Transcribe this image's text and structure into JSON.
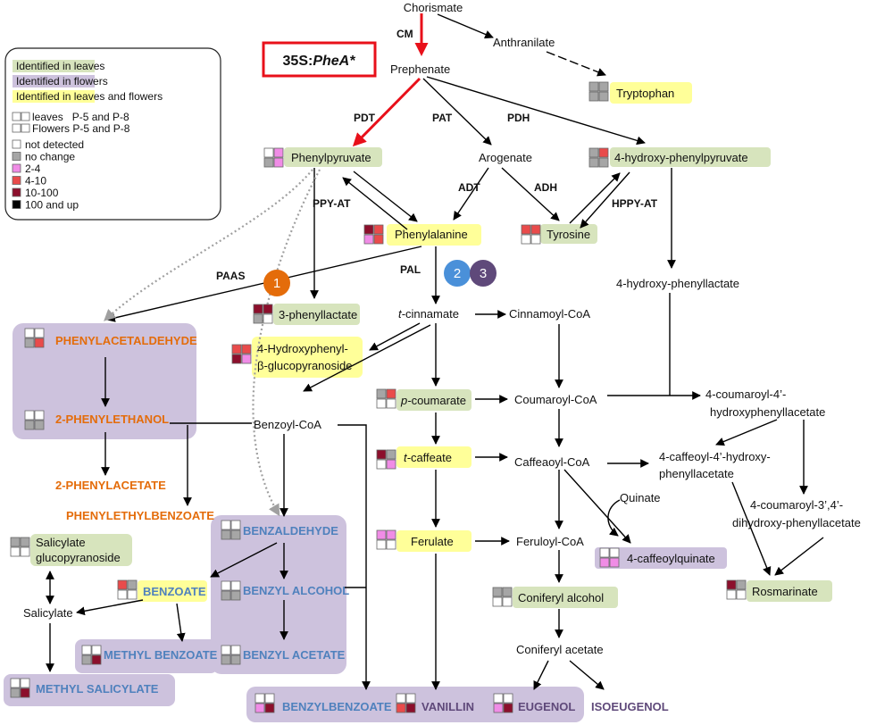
{
  "colors": {
    "leaves": "#d7e4bd",
    "flowers": "#cdc2dd",
    "both": "#ffff99",
    "nd": "#ffffff",
    "nc": "#a6a6a6",
    "c1": "#f08ce6",
    "c2": "#e94b4b",
    "c3": "#8c0f2c",
    "c4": "#000000",
    "arrow": "#000000",
    "red": "#e8101a",
    "dotted": "#a0a0a0",
    "orange": "#e46c0a",
    "blue": "#4f81bd",
    "purple": "#5f497a"
  },
  "construct": {
    "prefix": "35S:",
    "gene": "PheA*"
  },
  "legend": {
    "regions": [
      "Identified in leaves",
      "Identified in flowers",
      "Identified in leaves and flowers"
    ],
    "samples": [
      "leaves   P-5 and P-8",
      "Flowers P-5 and P-8"
    ],
    "scale": [
      "not detected",
      "no change",
      "2-4",
      "4-10",
      "10-100",
      "100 and up"
    ]
  },
  "compounds": {
    "chorismate": "Chorismate",
    "anthranilate": "Anthranilate",
    "prephenate": "Prephenate",
    "tryptophan": "Tryptophan",
    "phenylpyruvate": "Phenylpyruvate",
    "arogenate": "Arogenate",
    "hydroxyphenylpyruvate": "4-hydroxy-phenylpyruvate",
    "phenylalanine": "Phenylalanine",
    "tyrosine": "Tyrosine",
    "hydroxyphenyllactate": "4-hydroxy-phenyllactate",
    "phenyllactate": "3-phenyllactate",
    "cinnamate_i": "t-",
    "cinnamate_r": "cinnamate",
    "cinnamoylcoa": "Cinnamoyl-CoA",
    "hpbg1": "4-Hydroxyphenyl-",
    "hpbg2": "β-glucopyranoside",
    "benzoylcoa": "Benzoyl-CoA",
    "coumarate_i": "p-",
    "coumarate_r": "coumarate",
    "coumaroylcoa": "Coumaroyl-CoA",
    "chpla1": "4-coumaroyl-4’-",
    "chpla2": "hydroxyphenyllacetate",
    "caffeate_i": "t-",
    "caffeate_r": "caffeate",
    "caffeoylcoa": "Caffeaoyl-CoA",
    "cafhpla1": "4-caffeoyl-4’-hydroxy-",
    "cafhpla2": "phenyllacetate",
    "quinate": "Quinate",
    "cdhpla1": "4-coumaroyl-3’,4’-",
    "cdhpla2": "dihydroxy-phenyllacetate",
    "ferulate": "Ferulate",
    "feruloylcoa": "Feruloyl-CoA",
    "caffeoylquinate": "4-caffeoylquinate",
    "coniferylalcohol": "Coniferyl alcohol",
    "rosmarinate": "Rosmarinate",
    "coniferylacetate": "Coniferyl acetate",
    "salicylategluco1": "Salicylate",
    "salicylategluco2": "glucopyranoside",
    "salicylate": "Salicylate",
    "benzoate": "BENZOATE",
    "phenylacetaldehyde": "PHENYLACETALDEHYDE",
    "phenylethanol": "2-PHENYLETHANOL",
    "phenylacetate": "2-PHENYLACETATE",
    "phenylethylbenzoate": "PHENYLETHYLBENZOATE",
    "benzaldehyde": "BENZALDEHYDE",
    "benzylalcohol": "BENZYL ALCOHOL",
    "benzylacetate": "BENZYL ACETATE",
    "methylbenzoate": "METHYL BENZOATE",
    "methylsalicylate": "METHYL SALICYLATE",
    "benzylbenzoate": "BENZYLBENZOATE",
    "vanillin": "VANILLIN",
    "eugenol": "EUGENOL",
    "isoeugenol": "ISOEUGENOL"
  },
  "enzymes": {
    "cm": "CM",
    "pdt": "PDT",
    "pat": "PAT",
    "pdh": "PDH",
    "ppyat": "PPY-AT",
    "adt": "ADT",
    "adh": "ADH",
    "hppyat": "HPPY-AT",
    "paas": "PAAS",
    "pal": "PAL"
  },
  "steps": [
    "1",
    "2",
    "3"
  ],
  "heatmaps": [
    {
      "id": "tryptophan",
      "cells": [
        "nc",
        "nc",
        "nc",
        "nc"
      ]
    },
    {
      "id": "phenylpyruvate",
      "cells": [
        "nd",
        "c1",
        "nc",
        "c1"
      ]
    },
    {
      "id": "hydroxyphenylpyruvate",
      "cells": [
        "nc",
        "c2",
        "nc",
        "nc"
      ]
    },
    {
      "id": "phenylalanine",
      "cells": [
        "c3",
        "c2",
        "c1",
        "c2"
      ]
    },
    {
      "id": "tyrosine",
      "cells": [
        "c2",
        "c2",
        "nd",
        "nd"
      ]
    },
    {
      "id": "phenyllactate",
      "cells": [
        "c3",
        "c3",
        "nc",
        "nd"
      ]
    },
    {
      "id": "hpbg",
      "cells": [
        "c2",
        "c2",
        "c3",
        "c1"
      ]
    },
    {
      "id": "coumarate",
      "cells": [
        "nc",
        "c2",
        "nd",
        "nd"
      ]
    },
    {
      "id": "caffeate",
      "cells": [
        "c3",
        "nc",
        "nd",
        "c1"
      ]
    },
    {
      "id": "ferulate",
      "cells": [
        "c1",
        "c1",
        "nd",
        "nd"
      ]
    },
    {
      "id": "phenylacetaldehyde",
      "cells": [
        "nd",
        "nd",
        "nc",
        "c2"
      ]
    },
    {
      "id": "phenylethanol",
      "cells": [
        "nd",
        "nd",
        "nc",
        "nc"
      ]
    },
    {
      "id": "salicylategluco",
      "cells": [
        "nc",
        "nc",
        "nd",
        "nd"
      ]
    },
    {
      "id": "benzoate",
      "cells": [
        "c2",
        "nc",
        "nd",
        "nd"
      ]
    },
    {
      "id": "benzaldehyde",
      "cells": [
        "nd",
        "nd",
        "nc",
        "nc"
      ]
    },
    {
      "id": "benzylalcohol",
      "cells": [
        "nd",
        "nd",
        "nc",
        "nc"
      ]
    },
    {
      "id": "benzylacetate",
      "cells": [
        "nd",
        "nd",
        "nc",
        "nc"
      ]
    },
    {
      "id": "methylbenzoate",
      "cells": [
        "nd",
        "nd",
        "nc",
        "c3"
      ]
    },
    {
      "id": "methylsalicylate",
      "cells": [
        "nd",
        "nd",
        "nc",
        "c3"
      ]
    },
    {
      "id": "benzylbenzoate",
      "cells": [
        "nd",
        "nd",
        "c1",
        "c3"
      ]
    },
    {
      "id": "vanillin",
      "cells": [
        "nd",
        "nd",
        "c2",
        "c3"
      ]
    },
    {
      "id": "eugenol",
      "cells": [
        "nd",
        "nd",
        "c1",
        "c3"
      ]
    },
    {
      "id": "coniferylalcohol",
      "cells": [
        "nc",
        "nc",
        "nd",
        "nd"
      ]
    },
    {
      "id": "caffeoylquinate",
      "cells": [
        "nd",
        "nd",
        "c1",
        "c1"
      ]
    },
    {
      "id": "rosmarinate",
      "cells": [
        "c3",
        "nc",
        "nd",
        "nd"
      ]
    }
  ]
}
